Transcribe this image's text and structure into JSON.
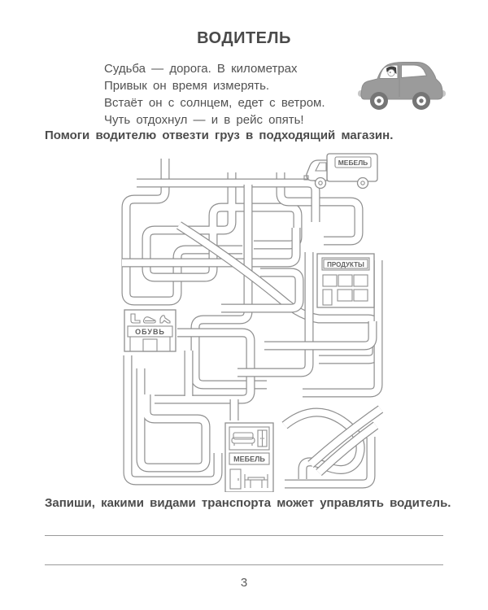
{
  "title": "ВОДИТЕЛЬ",
  "poem": {
    "lines": [
      "Судьба — дорога. В километрах",
      "Привык он время измерять.",
      "Встаёт он с солнцем, едет с ветром.",
      "Чуть отдохнул — и в рейс опять!"
    ]
  },
  "instructions": {
    "maze_task": "Помоги водителю отвезти груз в подходящий магазин.",
    "writing_task": "Запиши, какими видами транспорта может управлять водитель."
  },
  "maze": {
    "truck_sign": "МЕБЕЛЬ",
    "shops": {
      "groceries": "ПРОДУКТЫ",
      "shoes": "ОБУВЬ",
      "furniture": "МЕБЕЛЬ"
    },
    "colors": {
      "road_line": "#8f8f8f",
      "paper": "#ffffff"
    },
    "roads": [
      "M143,10 L143,50 Q143,60 133,60 L105,60 Q95,60 95,70 L95,175 Q95,185 105,185 L148,185 Q158,185 158,175 L158,132 Q158,122 168,122 L238,122",
      "M225,27 L225,88 Q225,98 215,98 L130,98 Q120,98 120,108 L120,146 Q120,156 130,156 L192,156 Q202,156 202,146 L202,80 Q202,70 212,70 L296,70 Q306,70 306,80 L306,106 Q306,116 296,116 L252,116",
      "M285,27 L285,53 Q285,63 295,63 L371,63 Q381,63 381,73 L381,101 Q381,111 371,111 L338,111",
      "M90,138 L294,138 Q304,138 304,128 L304,95",
      "M108,40 L318,40 Q328,40 328,50 L328,88",
      "M245,42 L245,198 Q245,208 235,208 L190,208 Q180,208 180,218 L180,278 Q180,288 190,288 L268,288",
      "M160,92 Q235,140 292,188 Q312,204 332,207 L393,207 Q403,207 403,217 L403,247 Q403,257 393,257 L332,257",
      "M405,135 L405,288 Q405,298 395,298 L312,298",
      "M97,252 L97,396 Q97,406 107,406 L198,406 Q208,406 208,396 L208,372",
      "M113,268 L113,380 Q113,390 123,390 L183,390 Q193,390 193,380 L193,340 Q193,330 183,330 L130,330 Q120,330 120,320 L120,300",
      "M158,224 L238,224 Q248,224 248,234 L248,296 Q248,306 238,306 L130,306",
      "M290,338 Q330,306 368,338 Q390,357 380,380 Q368,400 340,388 Q312,376 312,392 L312,404",
      "M408,318 Q362,350 322,386",
      "M402,338 Q366,364 332,396",
      "M320,125 L320,263 Q320,273 310,273 L232,273",
      "M265,240 L388,240 Q398,240 398,230 L398,210",
      "M290,410 L386,410 Q396,410 396,400 L396,352",
      "M172,246 L172,302",
      "M260,150 L298,150 Q308,150 308,160 L308,184 Q308,194 298,194 L212,194",
      "M228,306 L228,332"
    ]
  },
  "page": {
    "number": "3"
  }
}
